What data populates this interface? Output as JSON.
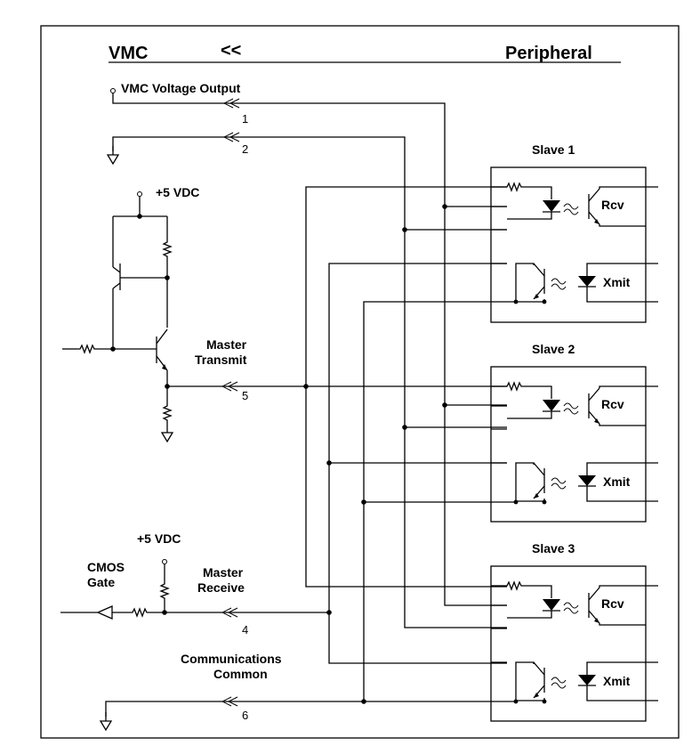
{
  "header": {
    "left": "VMC",
    "arrow": "<<",
    "right": "Peripheral"
  },
  "labels": {
    "vmc_voltage_output": "VMC Voltage Output",
    "plus5_top": "+5 VDC",
    "master_transmit_1": "Master",
    "master_transmit_2": "Transmit",
    "plus5_bottom": "+5 VDC",
    "cmos_1": "CMOS",
    "cmos_2": "Gate",
    "master_receive_1": "Master",
    "master_receive_2": "Receive",
    "comm_common_1": "Communications",
    "comm_common_2": "Common"
  },
  "wire_numbers": [
    "1",
    "2",
    "5",
    "4",
    "6"
  ],
  "slaves": [
    {
      "title": "Slave 1",
      "rcv": "Rcv",
      "xmit": "Xmit"
    },
    {
      "title": "Slave 2",
      "rcv": "Rcv",
      "xmit": "Xmit"
    },
    {
      "title": "Slave 3",
      "rcv": "Rcv",
      "xmit": "Xmit"
    }
  ]
}
